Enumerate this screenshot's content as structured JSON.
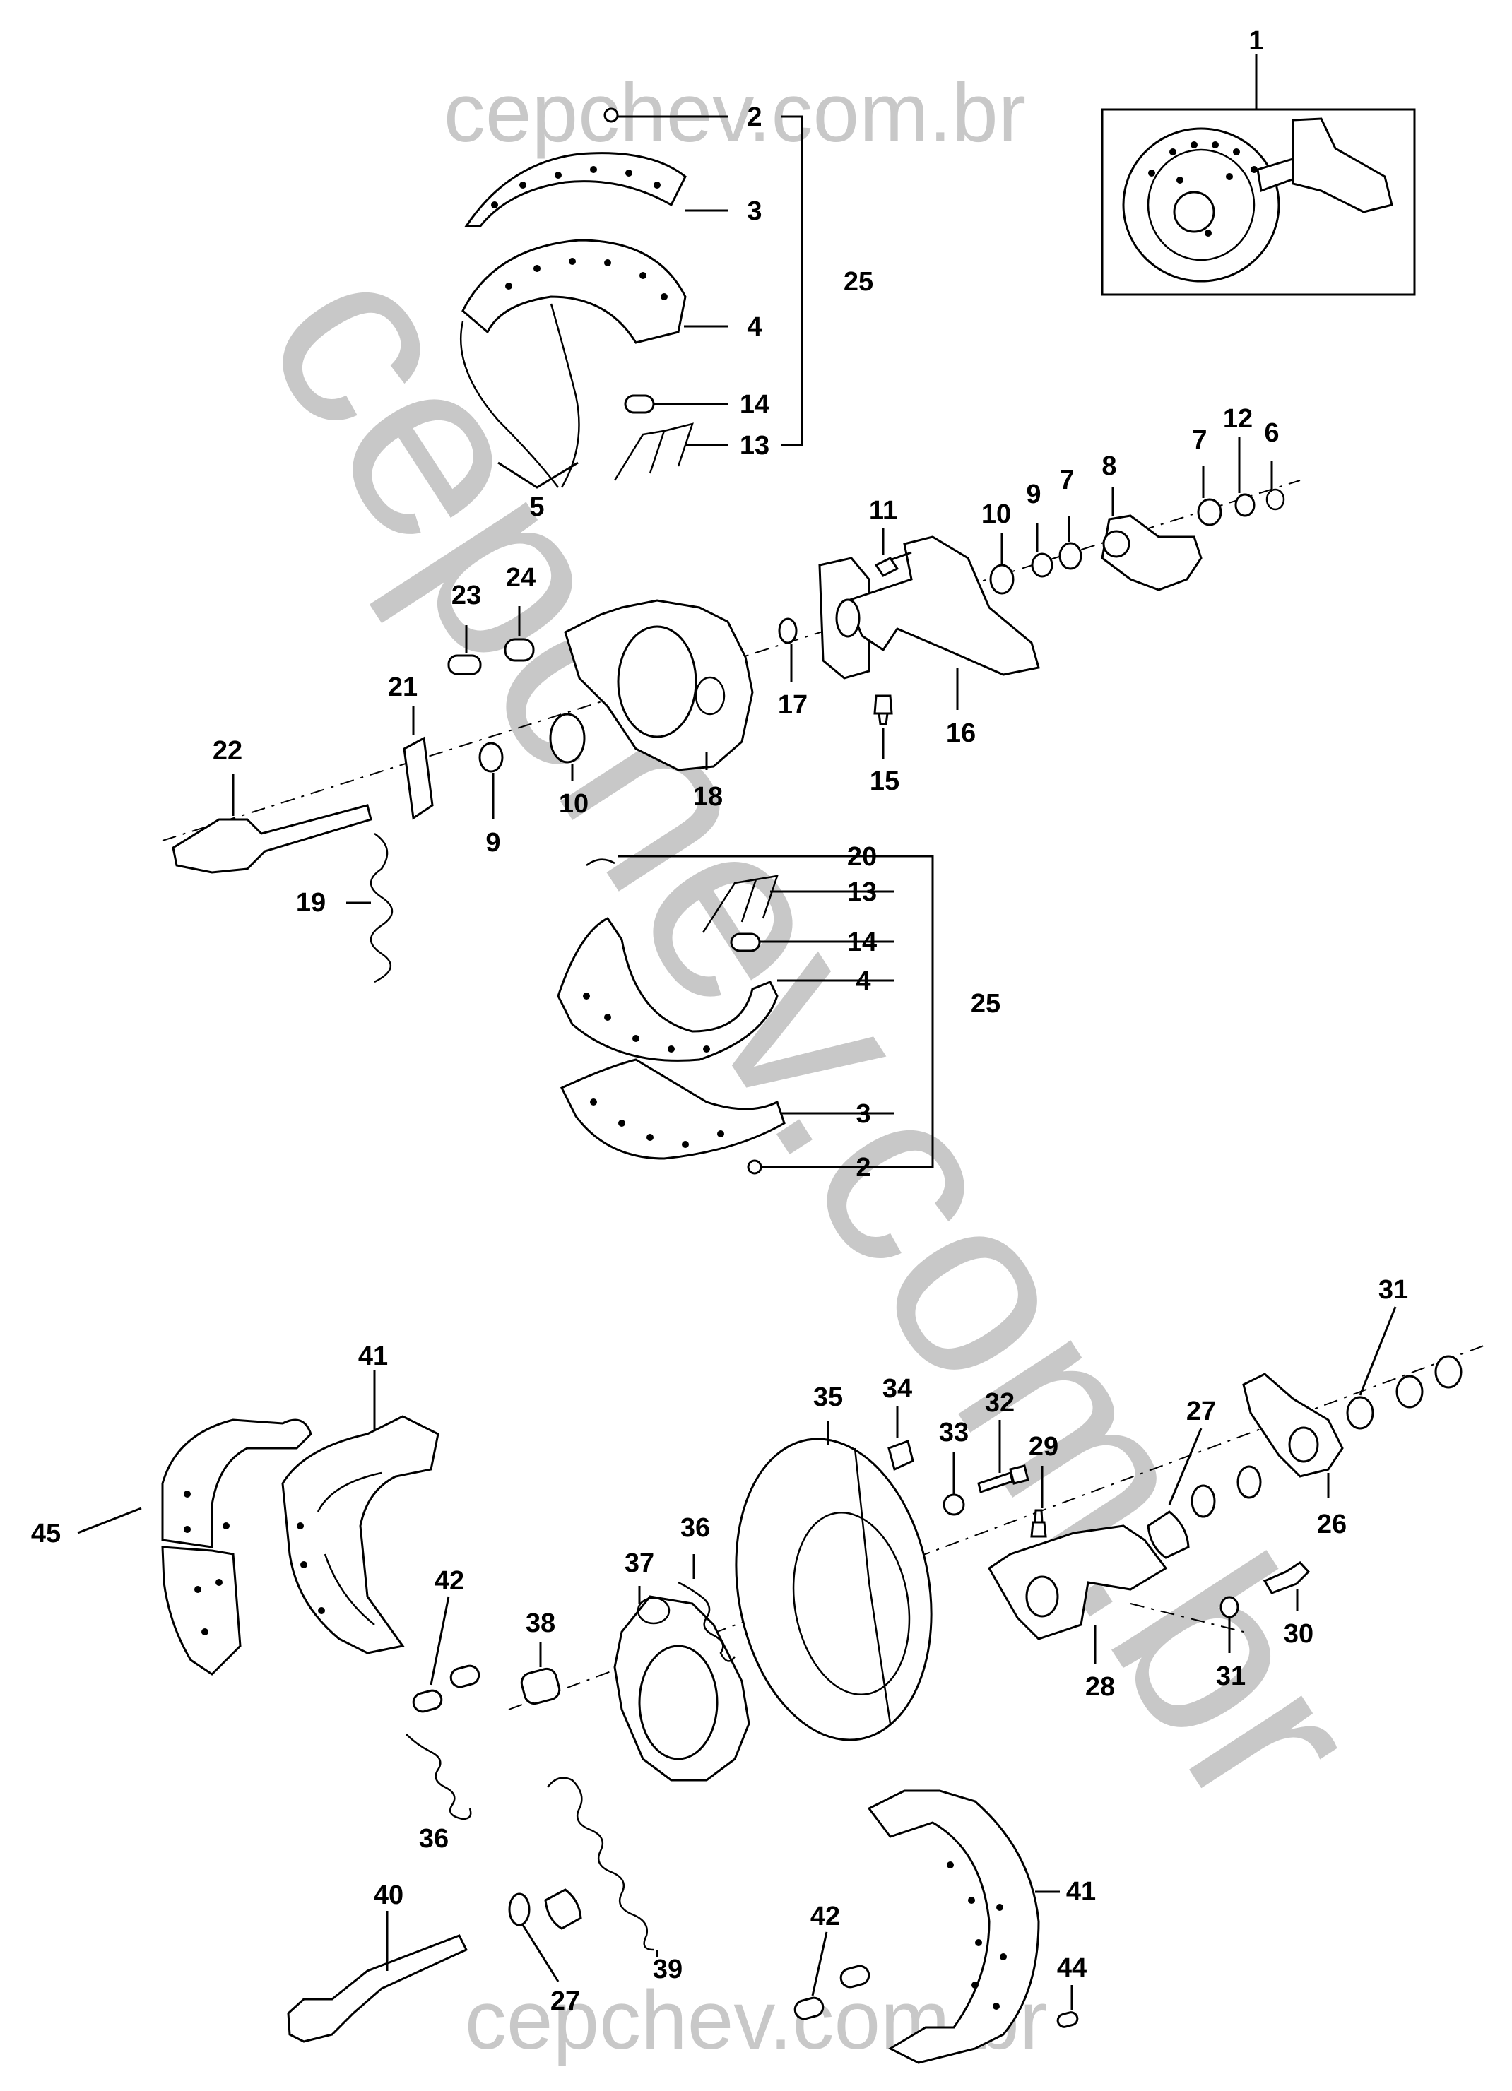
{
  "watermarks": {
    "top": "cepchev.com.br",
    "diagonal": "cepchev.com.br",
    "bottom": "cepchev.com.br"
  },
  "callouts": {
    "c1": "1",
    "c2a": "2",
    "c3a": "3",
    "c25a": "25",
    "c4a": "4",
    "c14a": "14",
    "c13a": "13",
    "c5": "5",
    "c11": "11",
    "c10a": "10",
    "c9a": "9",
    "c7a": "7",
    "c8": "8",
    "c7b": "7",
    "c12": "12",
    "c6": "6",
    "c23": "23",
    "c24": "24",
    "c17": "17",
    "c16": "16",
    "c15": "15",
    "c21": "21",
    "c22": "22",
    "c9b": "9",
    "c10b": "10",
    "c18": "18",
    "c19": "19",
    "c20": "20",
    "c13b": "13",
    "c14b": "14",
    "c4b": "4",
    "c25b": "25",
    "c3b": "3",
    "c2b": "2",
    "c31a": "31",
    "c41a": "41",
    "c35": "35",
    "c34": "34",
    "c32": "32",
    "c33": "33",
    "c29": "29",
    "c27a": "27",
    "c45": "45",
    "c36a": "36",
    "c37": "37",
    "c26": "26",
    "c42a": "42",
    "c38": "38",
    "c30": "30",
    "c31b": "31",
    "c28": "28",
    "c36b": "36",
    "c40": "40",
    "c41b": "41",
    "c27b": "27",
    "c39": "39",
    "c42b": "42",
    "c44": "44"
  }
}
